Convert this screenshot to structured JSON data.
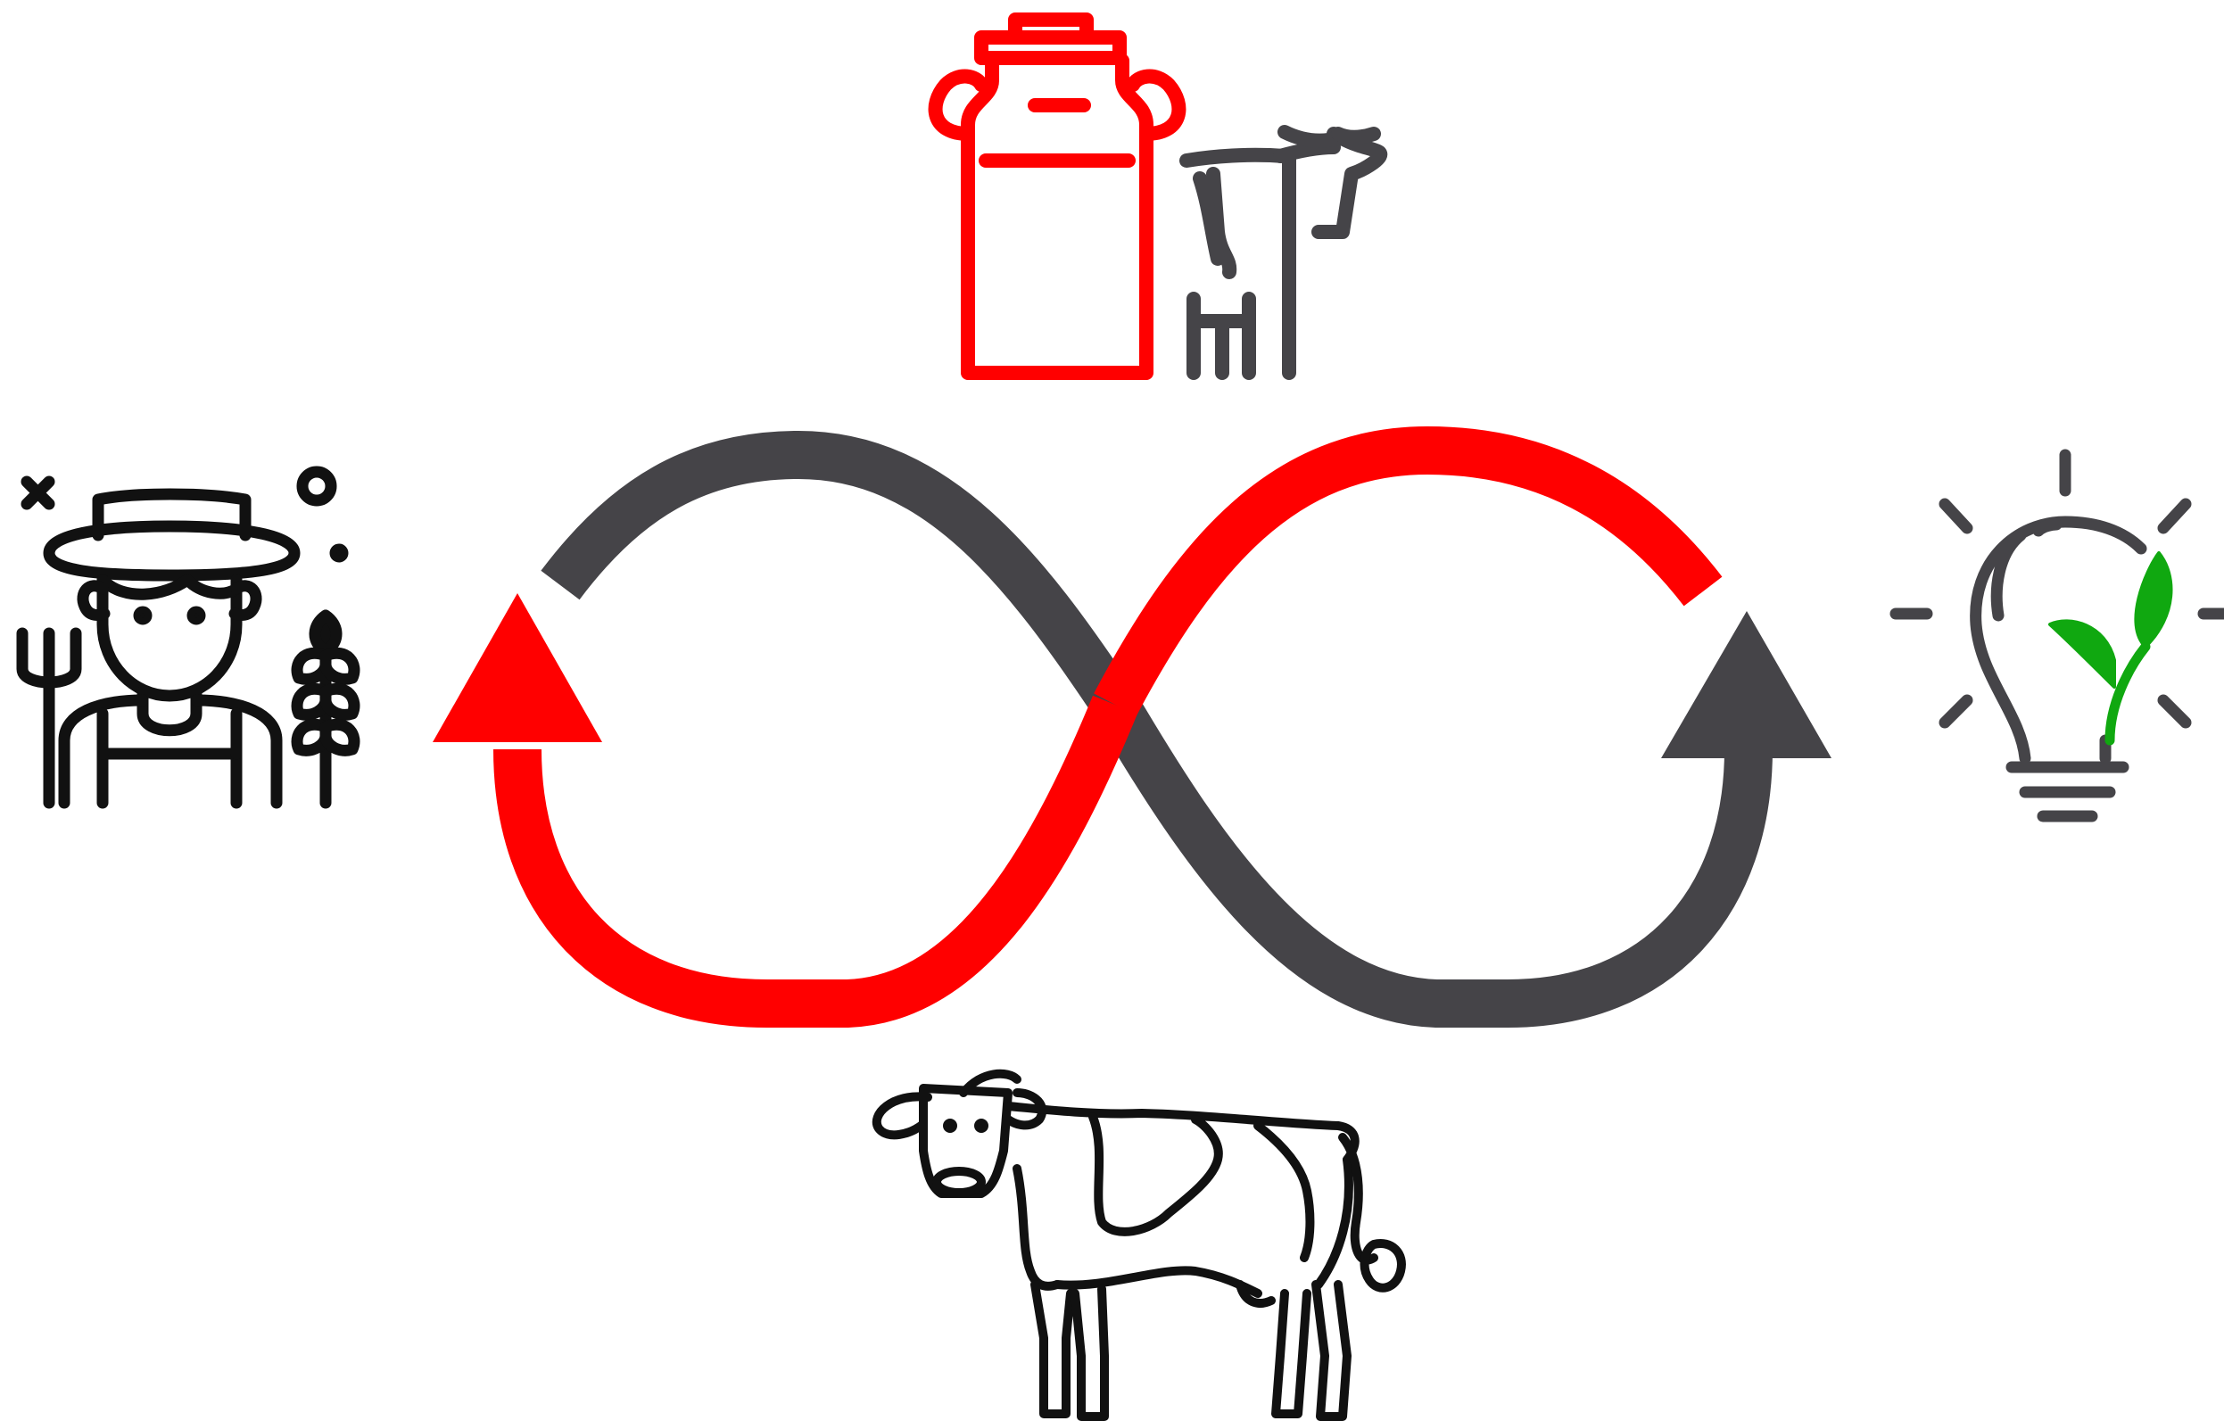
{
  "diagram": {
    "type": "infinity-cycle",
    "colors": {
      "red": "#ff0000",
      "gray": "#454448",
      "black": "#111111",
      "green": "#10a810"
    },
    "loop": {
      "left_half": {
        "color": "red",
        "arrow": "up"
      },
      "right_half": {
        "color": "gray",
        "arrow": "up"
      }
    },
    "nodes": [
      {
        "id": "milk",
        "icon": "milk-can-and-cow-icon",
        "position": "top"
      },
      {
        "id": "farmer",
        "icon": "farmer-icon",
        "position": "left"
      },
      {
        "id": "innovation",
        "icon": "lightbulb-plant-icon",
        "position": "right"
      },
      {
        "id": "cow",
        "icon": "cow-icon",
        "position": "bottom"
      }
    ]
  }
}
